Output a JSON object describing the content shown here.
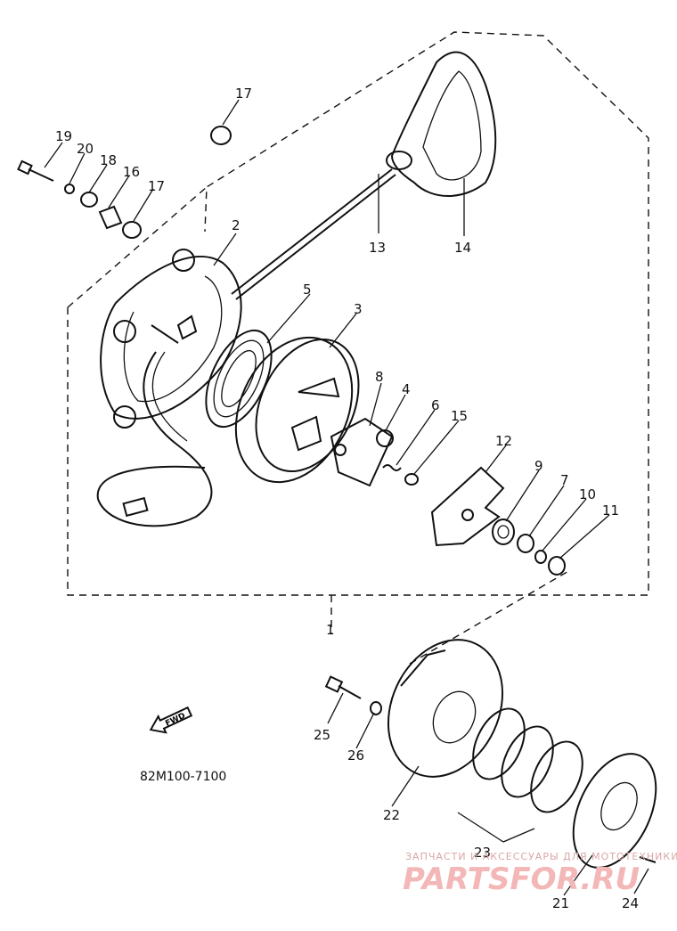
{
  "diagram": {
    "code": "82M100-7100",
    "fwd_label": "FWD",
    "watermark_small": "ЗАПЧАСТИ И АКСЕССУАРЫ ДЛЯ МОТОТЕХНИКИ",
    "watermark_big": "PARTSFOR.RU",
    "callouts": [
      "1",
      "2",
      "3",
      "4",
      "5",
      "6",
      "7",
      "8",
      "9",
      "10",
      "11",
      "12",
      "13",
      "14",
      "15",
      "16",
      "17",
      "17",
      "18",
      "19",
      "20",
      "21",
      "22",
      "23",
      "24",
      "25",
      "26"
    ]
  }
}
